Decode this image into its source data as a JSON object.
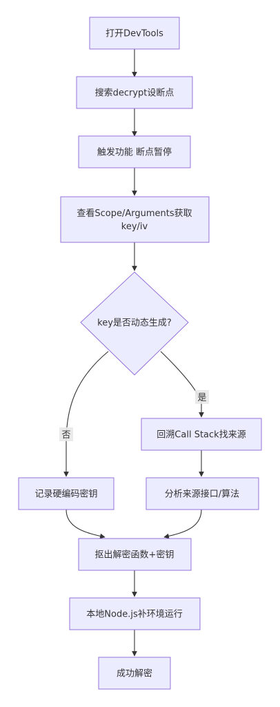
{
  "nodes": {
    "open_devtools": "打开DevTools",
    "search_decrypt": "搜索decrypt设断点",
    "trigger_pause": "触发功能 断点暂停",
    "inspect_scope_line1": "查看Scope/Arguments获取",
    "inspect_scope_line2": "key/iv",
    "is_key_dynamic": "key是否动态生成?",
    "trace_call_stack": "回溯Call Stack找来源",
    "record_hardcoded_key": "记录硬编码密钥",
    "analyze_source": "分析来源接口/算法",
    "extract_function": "抠出解密函数+密钥",
    "run_in_node": "本地Node.js补环境运行",
    "decrypt_success": "成功解密"
  },
  "edge_labels": {
    "no": "否",
    "yes": "是"
  },
  "colors": {
    "node_fill": "#ECECFF",
    "node_stroke": "#9370DB",
    "edge": "#333333",
    "text": "#333333"
  }
}
